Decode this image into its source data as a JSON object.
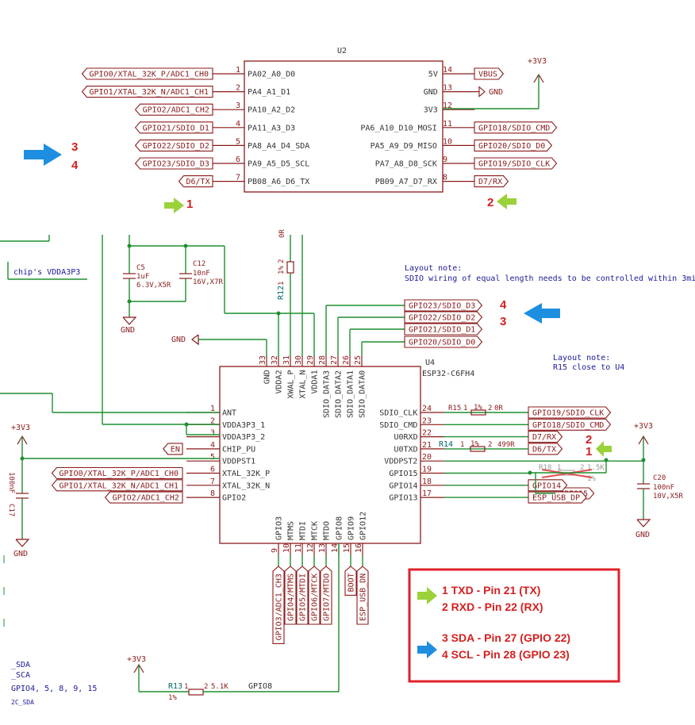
{
  "u2": {
    "ref": "U2",
    "left_pins": [
      {
        "num": "1",
        "name": "PA02_A0_D0",
        "net": "GPIO0/XTAL_32K_P/ADC1_CH0"
      },
      {
        "num": "2",
        "name": "PA4_A1_D1",
        "net": "GPIO1/XTAL_32K_N/ADC1_CH1"
      },
      {
        "num": "3",
        "name": "PA10_A2_D2",
        "net": "GPIO2/ADC1_CH2"
      },
      {
        "num": "4",
        "name": "PA11_A3_D3",
        "net": "GPIO21/SDIO_D1"
      },
      {
        "num": "5",
        "name": "PA8_A4_D4_SDA",
        "net": "GPIO22/SDIO_D2"
      },
      {
        "num": "6",
        "name": "PA9_A5_D5_SCL",
        "net": "GPIO23/SDIO_D3"
      },
      {
        "num": "7",
        "name": "PB08_A6_D6_TX",
        "net": "D6/TX"
      }
    ],
    "right_pins": [
      {
        "num": "14",
        "name": "5V",
        "net": "VBUS"
      },
      {
        "num": "13",
        "name": "GND",
        "net": "GND"
      },
      {
        "num": "12",
        "name": "3V3",
        "net": ""
      },
      {
        "num": "11",
        "name": "PA6_A10_D10_MOSI",
        "net": "GPIO18/SDIO_CMD"
      },
      {
        "num": "10",
        "name": "PA5_A9_D9_MISO",
        "net": "GPIO20/SDIO_D0"
      },
      {
        "num": "9",
        "name": "PA7_A8_D8_SCK",
        "net": "GPIO19/SDIO_CLK"
      },
      {
        "num": "8",
        "name": "PB09_A7_D7_RX",
        "net": "D7/RX"
      }
    ],
    "power_label": "+3V3"
  },
  "u4": {
    "ref": "U4",
    "part": "ESP32-C6FH4",
    "top_pins": [
      {
        "num": "33",
        "name": "GND"
      },
      {
        "num": "32",
        "name": "VDDA2"
      },
      {
        "num": "31",
        "name": "XWAL_P"
      },
      {
        "num": "30",
        "name": "XTAL_N"
      },
      {
        "num": "29",
        "name": "VDDA1"
      },
      {
        "num": "28",
        "name": "SDIO_DATA3"
      },
      {
        "num": "27",
        "name": "SDIO_DATA2"
      },
      {
        "num": "26",
        "name": "SDIO_DATA1"
      },
      {
        "num": "25",
        "name": "SDIO_DATA0"
      }
    ],
    "left_pins": [
      {
        "num": "1",
        "name": "ANT",
        "net": ""
      },
      {
        "num": "2",
        "name": "VDDA3P3_1",
        "net": ""
      },
      {
        "num": "3",
        "name": "VDDA3P3_2",
        "net": ""
      },
      {
        "num": "4",
        "name": "CHIP_PU",
        "net": "EN"
      },
      {
        "num": "5",
        "name": "VDDPST1",
        "net": ""
      },
      {
        "num": "6",
        "name": "XTAL_32K_P",
        "net": "GPIO0/XTAL_32K_P/ADC1_CH0"
      },
      {
        "num": "7",
        "name": "XTAL_32K_N",
        "net": "GPIO1/XTAL_32K_N/ADC1_CH1"
      },
      {
        "num": "8",
        "name": "GPIO2",
        "net": "GPIO2/ADC1_CH2"
      }
    ],
    "right_pins": [
      {
        "num": "24",
        "name": "SDIO_CLK",
        "net": "GPIO19/SDIO_CLK"
      },
      {
        "num": "23",
        "name": "SDIO_CMD",
        "net": "GPIO18/SDIO_CMD"
      },
      {
        "num": "22",
        "name": "U0RXD",
        "net": "D7/RX"
      },
      {
        "num": "21",
        "name": "U0TXD",
        "net": "D6/TX"
      },
      {
        "num": "20",
        "name": "VDDPST2",
        "net": ""
      },
      {
        "num": "19",
        "name": "GPIO15",
        "net": "GPIO15"
      },
      {
        "num": "18",
        "name": "GPIO14",
        "net": "GPIO14"
      },
      {
        "num": "17",
        "name": "GPIO13",
        "net": "ESP_USB_DP"
      }
    ],
    "bottom_pins": [
      {
        "num": "9",
        "name": "GPIO3",
        "net": "GPIO3/ADC1_CH3"
      },
      {
        "num": "10",
        "name": "MTMS",
        "net": "GPIO4/MTMS"
      },
      {
        "num": "11",
        "name": "MTDI",
        "net": "GPIO5/MTDI"
      },
      {
        "num": "12",
        "name": "MTCK",
        "net": "GPIO6/MTCK"
      },
      {
        "num": "13",
        "name": "MTDO",
        "net": "GPIO7/MTDO"
      },
      {
        "num": "14",
        "name": "GPIO8",
        "net": ""
      },
      {
        "num": "15",
        "name": "GPIO9",
        "net": "BOOT"
      },
      {
        "num": "16",
        "name": "GPIO12",
        "net": "ESP_USB_DN"
      }
    ],
    "sdio_nets": [
      "GPIO23/SDIO_D3",
      "GPIO22/SDIO_D2",
      "GPIO21/SDIO_D1",
      "GPIO20/SDIO_D0"
    ]
  },
  "components": {
    "c5": {
      "ref": "C5",
      "value": "1uF",
      "rating": "6.3V,X5R"
    },
    "c12": {
      "ref": "C12",
      "value": "10nF",
      "rating": "16V,X7R"
    },
    "r12": {
      "ref": "R12",
      "value": "0R",
      "tol": "1%",
      "p1": "1",
      "p2": "2"
    },
    "r15": {
      "ref": "R15",
      "value": "0R",
      "tol": "1%",
      "p1": "1",
      "p2": "2"
    },
    "r14": {
      "ref": "R14",
      "value": "499R",
      "tol": "1%",
      "p1": "1",
      "p2": "2"
    },
    "r18": {
      "ref": "R18",
      "value": "1.5K",
      "tol": "1%",
      "p1": "1",
      "p2": "2"
    },
    "c20": {
      "ref": "C20",
      "value": "100nF",
      "rating": "10V,X5R"
    },
    "c17": {
      "ref": "C17",
      "value": "100nF"
    },
    "r13": {
      "ref": "R13",
      "value": "5.1K",
      "tol": "1%",
      "p1": "1",
      "p2": "2"
    }
  },
  "labels": {
    "gnd": "GND",
    "plus3v3": "+3V3",
    "chip_vdda": "chip's VDDA3P3",
    "gpio8": "GPIO8",
    "partial_sda": "_SDA",
    "partial_sca": "_SCA",
    "partial_gpio": "GPIO4, 5, 8, 9, 15",
    "partial_2csda": "2C_SDA"
  },
  "notes": {
    "layout1_title": "Layout note:",
    "layout1_body": "SDIO wiring of equal length needs to be controlled within 3mi",
    "layout2_title": "Layout note:",
    "layout2_body": "R15 close to U4"
  },
  "annotations": {
    "n1": "1",
    "n2": "2",
    "n3": "3",
    "n4": "4"
  },
  "legend": {
    "line1": "1 TXD - Pin 21  (TX)",
    "line2": "2 RXD - Pin 22 (RX)",
    "line3": "3 SDA - Pin 27 (GPIO 22)",
    "line4": "4 SCL - Pin 28 (GPIO 23)"
  },
  "colors": {
    "wire": "#1f8f2f",
    "symbol": "#8b1a1a",
    "annotation": "#d42020",
    "blue_arrow": "#1e8fe0",
    "green_arrow": "#9ad23a",
    "note": "#1a1a99"
  }
}
